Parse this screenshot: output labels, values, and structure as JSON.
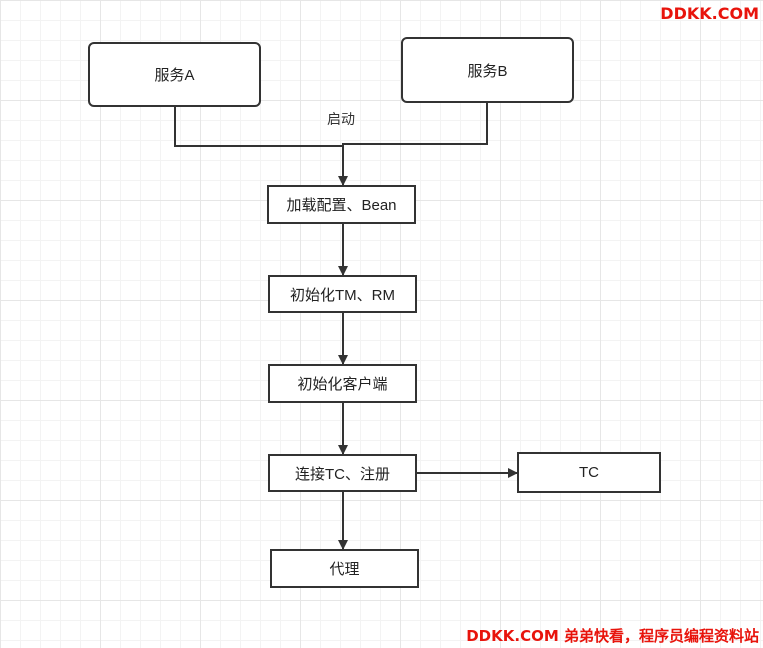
{
  "nodes": {
    "service_a": "服务A",
    "service_b": "服务B",
    "load_config": "加载配置、Bean",
    "init_tm_rm": "初始化TM、RM",
    "init_client": "初始化客户端",
    "connect_register": "连接TC、注册",
    "tc": "TC",
    "proxy": "代理"
  },
  "edge_labels": {
    "start": "启动"
  },
  "watermarks": {
    "top": "DDKK.COM",
    "bottom": "DDKK.COM 弟弟快看，程序员编程资料站"
  },
  "colors": {
    "stroke": "#333333",
    "watermark": "#e8140c"
  }
}
